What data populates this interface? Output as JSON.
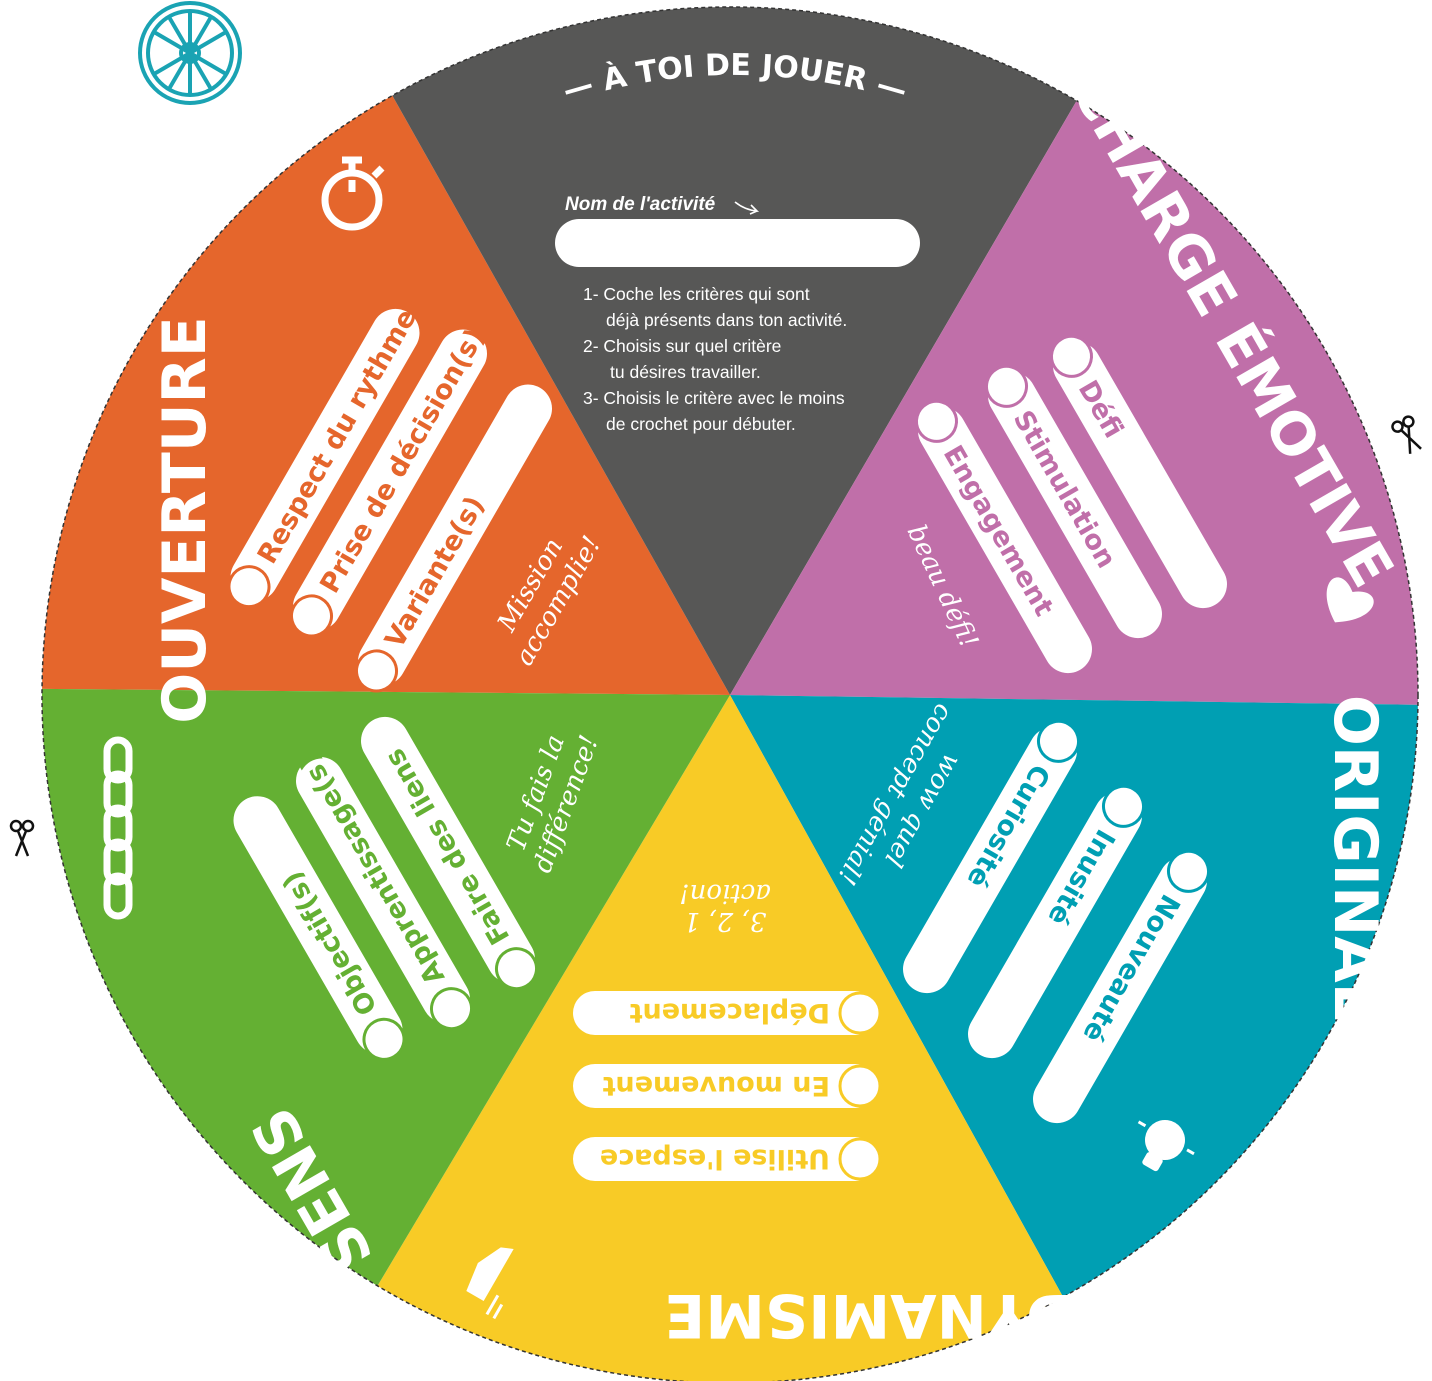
{
  "header": {
    "title": "— À TOI DE JOUER —",
    "activity_label": "Nom de l'activité",
    "activity_input_value": ""
  },
  "instructions": [
    "1- Coche les critères qui sont",
    "déjà présents dans ton activité.",
    "2- Choisis sur quel critère",
    "tu désires travailler.",
    "3- Choisis le critère avec le moins",
    "de crochet pour débuter."
  ],
  "sections": {
    "ouverture": {
      "title": "OUVERTURE",
      "color": "#e5662c",
      "icon": "stopwatch-icon",
      "criteria": [
        "Respect du rythme",
        "Prise de décision(s)",
        "Variante(s)"
      ],
      "note": [
        "Mission",
        "accomplie!"
      ]
    },
    "charge": {
      "title": "CHARGE ÉMOTIVE",
      "color": "#c06fa9",
      "icon": "heart-icon",
      "criteria": [
        "Défi",
        "Stimulation",
        "Engagement"
      ],
      "note": [
        "beau défi!"
      ]
    },
    "originalite": {
      "title": "ORIGINALITÉ",
      "color": "#009fb3",
      "icon": "lightbulb-icon",
      "criteria": [
        "Curiosité",
        "Inusité",
        "Nouveauté"
      ],
      "note": [
        "wow quel",
        "concept génial!"
      ]
    },
    "dynamisme": {
      "title": "DYNAMISME",
      "color": "#f8cb26",
      "icon": "sneaker-icon",
      "criteria": [
        "Déplacement",
        "En mouvement",
        "Utilise l'espace"
      ],
      "note": [
        "3, 2, 1",
        "action!"
      ]
    },
    "sens": {
      "title": "SENS",
      "color": "#64b033",
      "icon": "chain-icon",
      "criteria": [
        "Objectif(s)",
        "Apprentissage(s)",
        "Faire des liens"
      ],
      "note": [
        "Tu fais la",
        "différence!"
      ]
    },
    "center": {
      "color": "#575756"
    }
  },
  "logo": {
    "icon": "wheel-logo-icon",
    "color": "#1aa3b3"
  },
  "cut_marks": {
    "icon": "scissors-icon"
  }
}
